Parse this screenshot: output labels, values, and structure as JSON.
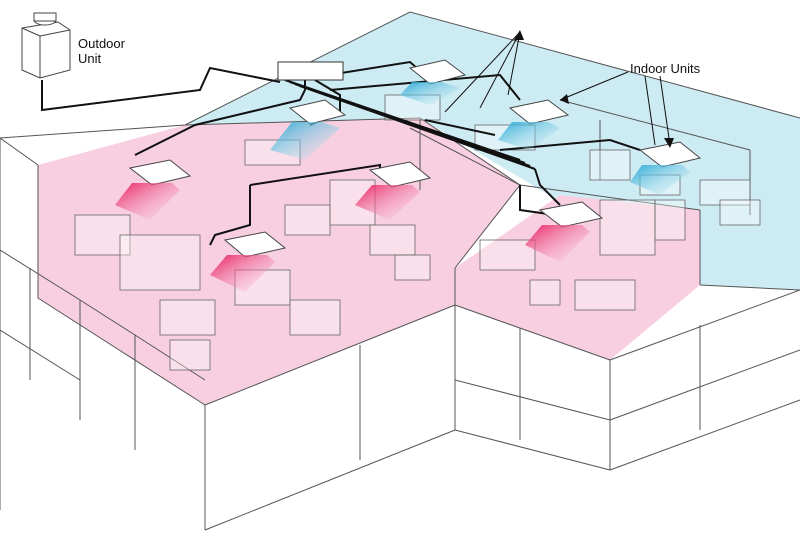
{
  "labels": {
    "outdoor_unit_line1": "Outdoor",
    "outdoor_unit_line2": "Unit",
    "indoor_units": "Indoor Units"
  },
  "colors": {
    "heating_zone": "#f8cfe0",
    "cooling_zone": "#cdebf3",
    "heating_airflow": "#e8175d",
    "cooling_airflow": "#28a9d6",
    "refrigerant_piping": "#111111",
    "wall_lines": "#555555"
  },
  "zones": [
    {
      "name": "heating-zone",
      "mode": "heating"
    },
    {
      "name": "cooling-zone",
      "mode": "cooling"
    }
  ],
  "indoor_units": [
    {
      "name": "indoor-unit-cool-1",
      "mode": "cooling"
    },
    {
      "name": "indoor-unit-cool-2",
      "mode": "cooling"
    },
    {
      "name": "indoor-unit-cool-3",
      "mode": "cooling"
    },
    {
      "name": "indoor-unit-cool-4",
      "mode": "cooling"
    },
    {
      "name": "indoor-unit-heat-1",
      "mode": "heating"
    },
    {
      "name": "indoor-unit-heat-2",
      "mode": "heating"
    },
    {
      "name": "indoor-unit-heat-3",
      "mode": "heating"
    },
    {
      "name": "indoor-unit-heat-4",
      "mode": "heating"
    }
  ]
}
